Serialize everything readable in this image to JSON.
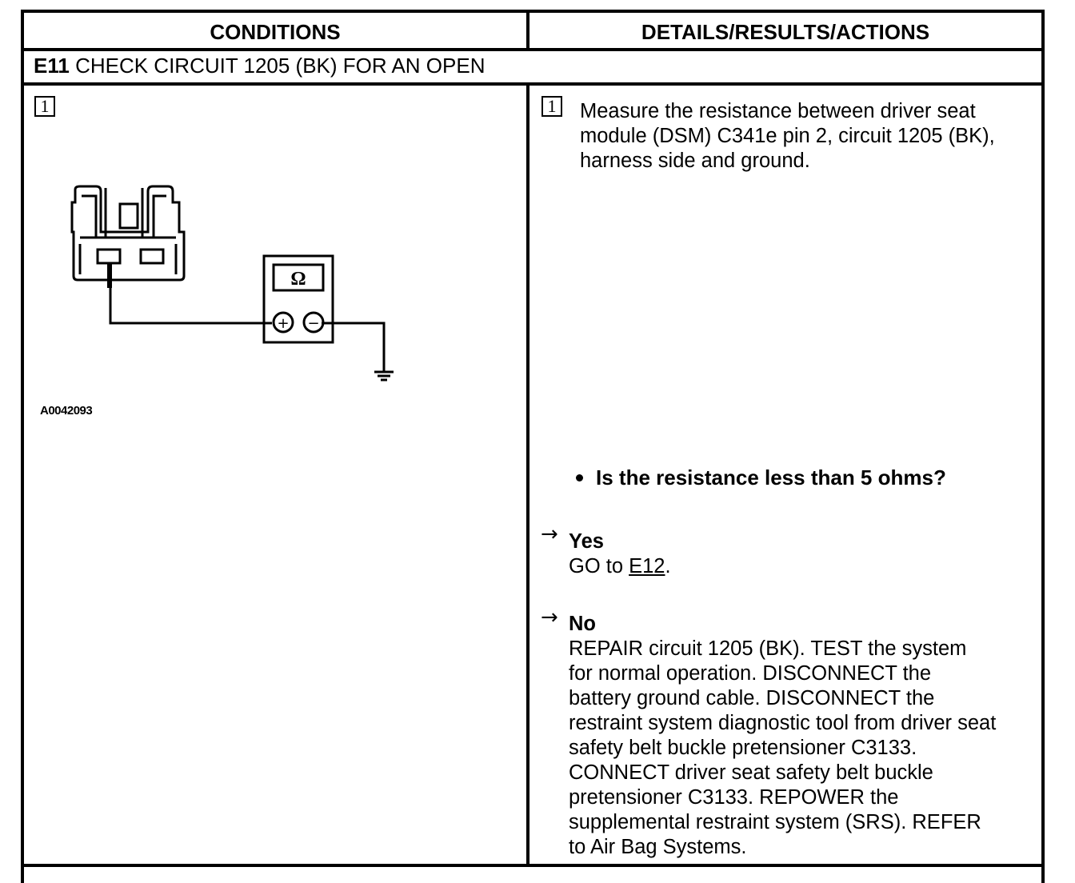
{
  "header": {
    "conditions": "CONDITIONS",
    "details": "DETAILS/RESULTS/ACTIONS"
  },
  "step": {
    "id": "E11",
    "title": "CHECK CIRCUIT 1205 (BK) FOR AN OPEN"
  },
  "left": {
    "box_number": "1",
    "figure_id": "A0042093",
    "meter_symbol": "Ω",
    "plus_symbol": "+",
    "minus_symbol": "−"
  },
  "right": {
    "box_number": "1",
    "instruction_lines": [
      "Measure the resistance between driver seat",
      "module (DSM) C341e pin 2, circuit 1205 (BK),",
      "harness side and ground."
    ],
    "question": "Is the resistance less than 5 ohms?",
    "yes": {
      "label": "Yes",
      "action_prefix": "GO to ",
      "action_link": "E12",
      "action_suffix": "."
    },
    "no": {
      "label": "No",
      "action_lines": [
        "REPAIR circuit 1205 (BK). TEST the system",
        "for normal operation. DISCONNECT the",
        "battery ground cable. DISCONNECT the",
        "restraint system diagnostic tool from driver seat",
        "safety belt buckle pretensioner C3133.",
        "CONNECT driver seat safety belt buckle",
        "pretensioner C3133. REPOWER the",
        "supplemental restraint system (SRS). REFER",
        "to Air Bag Systems."
      ]
    }
  }
}
